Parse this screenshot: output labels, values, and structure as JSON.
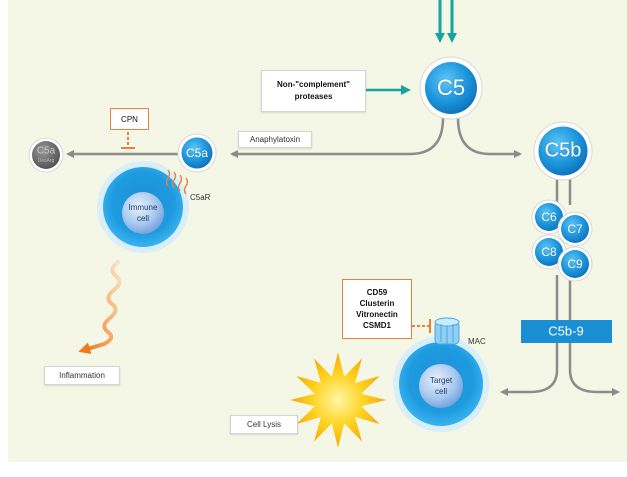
{
  "nodes": {
    "c5": "C5",
    "c5a": "C5a",
    "c5a_desarg_main": "C5a",
    "c5a_desarg_sub": "DesArg",
    "c5b": "C5b",
    "c6": "C6",
    "c7": "C7",
    "c8": "C8",
    "c9": "C9",
    "c5b9": "C5b-9"
  },
  "labels": {
    "non_complement_line1": "Non-\"complement\"",
    "non_complement_line2": "proteases",
    "anaphylatoxin": "Anaphylatoxin",
    "cpn": "CPN",
    "c5ar": "C5aR",
    "immune_cell_line1": "Immune",
    "immune_cell_line2": "cell",
    "inflammation": "Inflammation",
    "regulators": [
      "CD59",
      "Clusterin",
      "Vitronectin",
      "CSMD1"
    ],
    "mac": "MAC",
    "target_cell_line1": "Target",
    "target_cell_line2": "cell",
    "cell_lysis": "Cell Lysis"
  },
  "colors": {
    "background": "#f4f7e5",
    "arrow_grey": "#8c8c8c",
    "teal": "#17a3a0",
    "blue": "#1a8fd6",
    "orange": "#e8823a",
    "c5b9_bar": "#1b8fd3"
  }
}
